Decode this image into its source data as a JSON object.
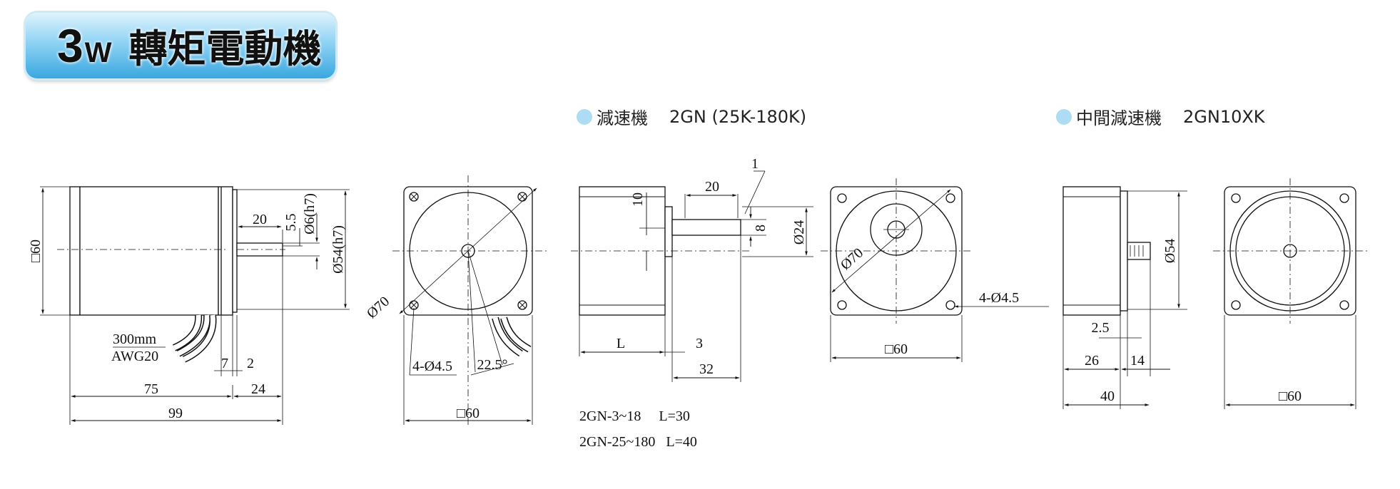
{
  "header": {
    "power": "3",
    "unit": "W",
    "name": "轉矩電動機"
  },
  "sections": {
    "reducer": {
      "label": "減速機",
      "model": "2GN (25K-180K)"
    },
    "intermediate": {
      "label": "中間減速機",
      "model": "2GN10XK"
    }
  },
  "motor_side": {
    "d_square": "□60",
    "shaft_len": "20",
    "key": "5.5",
    "shaft_dia": "Ø6(h7)",
    "pilot_dia": "Ø54(h7)",
    "lead": "300mm",
    "awg": "AWG20",
    "d7": "7",
    "d2": "2",
    "body": "75",
    "shaft_ext": "24",
    "total": "99"
  },
  "motor_front": {
    "pcd": "Ø70",
    "holes": "4-Ø4.5",
    "angle": "22.5°",
    "square": "□60"
  },
  "gear_side": {
    "d1": "1",
    "d20": "20",
    "d10": "10",
    "d8": "8",
    "d24": "Ø24",
    "L": "L",
    "d3": "3",
    "d32": "32"
  },
  "gear_front": {
    "pcd": "Ø70",
    "holes": "4-Ø4.5",
    "square": "□60"
  },
  "notes": [
    "2GN-3~18     L=30",
    "2GN-25~180   L=40"
  ],
  "mid_side": {
    "d54": "Ø54",
    "d2_5": "2.5",
    "d26": "26",
    "d14": "14",
    "d40": "40"
  },
  "mid_front": {
    "square": "□60"
  }
}
